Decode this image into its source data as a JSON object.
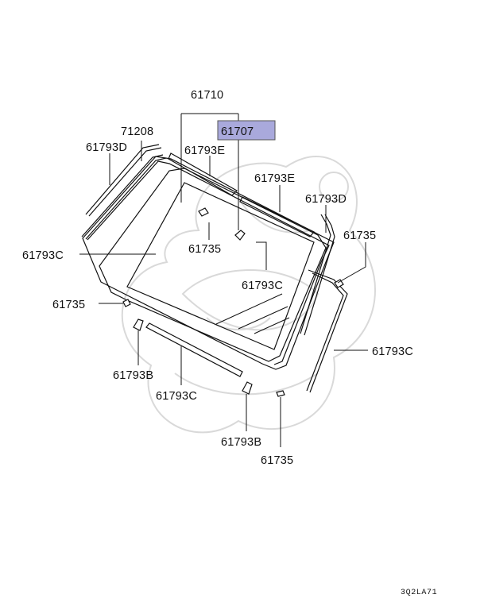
{
  "diagram_code": "3Q2LA71",
  "highlight_color": "#a9a9dc",
  "watermark_icon": "samurai-helmet-watermark-icon",
  "labels": {
    "p61710": "61710",
    "p61707": "61707",
    "p71208": "71208",
    "p61793D_left": "61793D",
    "p61793E_top": "61793E",
    "p61793E_right": "61793E",
    "p61793D_right": "61793D",
    "p61735_right": "61735",
    "p61793C_left": "61793C",
    "p61735_center": "61735",
    "p61793C_center": "61793C",
    "p61735_left": "61735",
    "p61793C_right": "61793C",
    "p61793B_left": "61793B",
    "p61793C_bottom": "61793C",
    "p61793B_bottom": "61793B",
    "p61735_bottom": "61735"
  }
}
